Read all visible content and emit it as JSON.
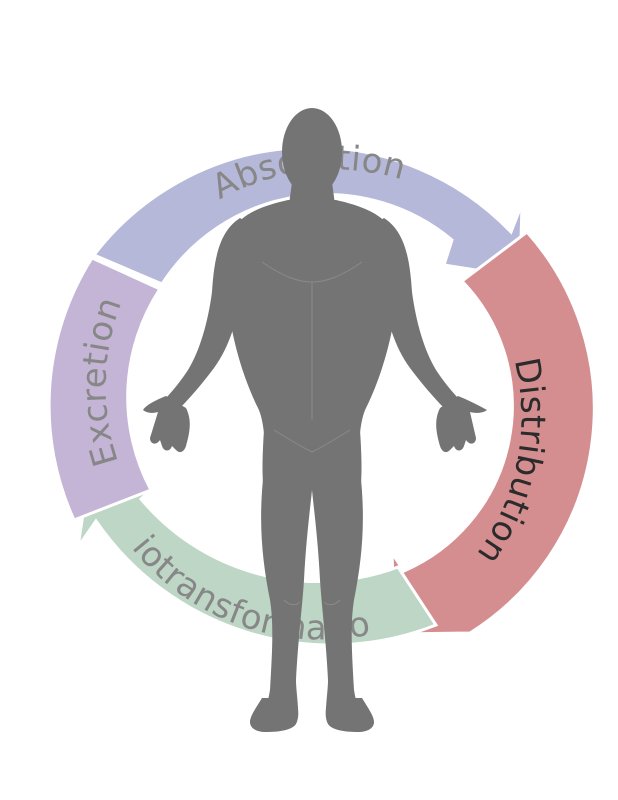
{
  "diagram": {
    "cycle": [
      {
        "id": "absorption",
        "label": "Absorption",
        "color": "#b6b8da",
        "text_color": "#878787"
      },
      {
        "id": "distribution",
        "label": "Distribution",
        "color": "#d48e90",
        "text_color": "#2b2b2b"
      },
      {
        "id": "biotransformation",
        "label": "Biotransformation",
        "color": "#bdd6c6",
        "text_color": "#878787"
      },
      {
        "id": "excretion",
        "label": "Excretion",
        "color": "#c4b4d6",
        "text_color": "#878787"
      }
    ],
    "figure": {
      "icon": "human-body-icon",
      "color": "#747474"
    }
  }
}
